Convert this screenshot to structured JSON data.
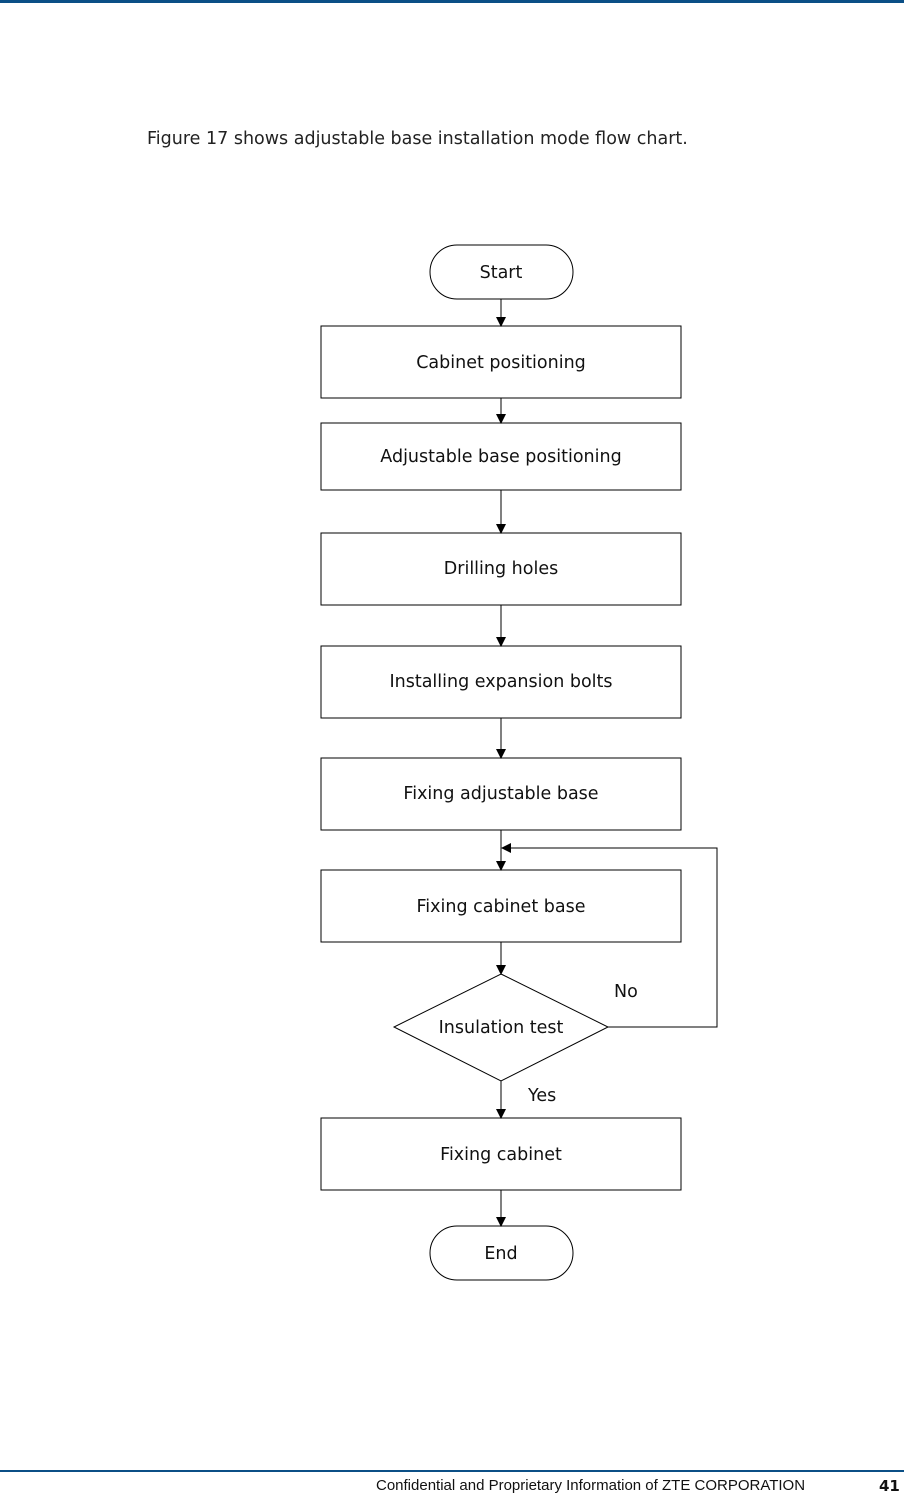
{
  "intro_text": "Figure 17 shows adjustable base installation mode flow chart.",
  "flowchart": {
    "start": "Start",
    "steps": [
      "Cabinet positioning",
      "Adjustable base positioning",
      "Drilling holes",
      "Installing expansion bolts",
      "Fixing adjustable base",
      "Fixing cabinet base"
    ],
    "decision": "Insulation test",
    "no_label": "No",
    "yes_label": "Yes",
    "final_step": "Fixing cabinet",
    "end": "End"
  },
  "footer": {
    "text": "Confidential and Proprietary Information of ZTE CORPORATION",
    "page_number": "41"
  },
  "colors": {
    "rule": "#0b4f86"
  }
}
